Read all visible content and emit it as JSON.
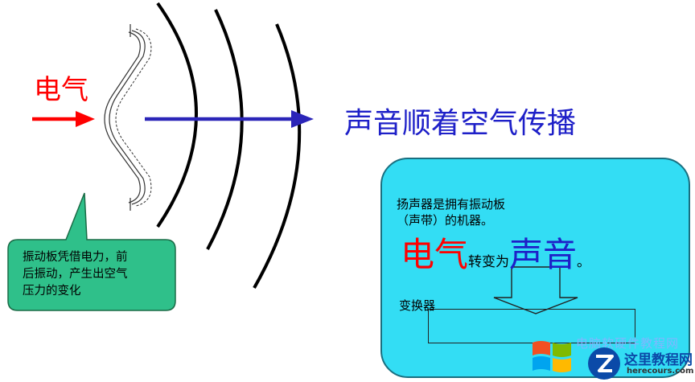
{
  "labels": {
    "electric_input": "电气",
    "sound_propagation": "声音顺着空气传播"
  },
  "callout": {
    "lines": [
      "振动板凭借电力，前",
      "后振动，产生出空气",
      "压力的变化"
    ]
  },
  "info_box": {
    "line1": "扬声器是拥有振动板",
    "line2": "（声带）的机器。",
    "convert_from": "电气",
    "convert_mid": "转变为",
    "convert_to": "声音",
    "convert_end": "。",
    "transducer_label": "变换器"
  },
  "watermark": {
    "strip_text": "电脑软硬件教程网",
    "site_name": "这里教程网",
    "site_url": "herecours.com"
  },
  "colors": {
    "red_arrow": "#ff0000",
    "blue_arrow": "#2b25b8",
    "callout_fill": "#2fc08a",
    "info_box_fill": "#33ddf4",
    "wave_lines": "#000000"
  },
  "icons": [
    "windows-logo-icon",
    "z-logo-icon"
  ]
}
